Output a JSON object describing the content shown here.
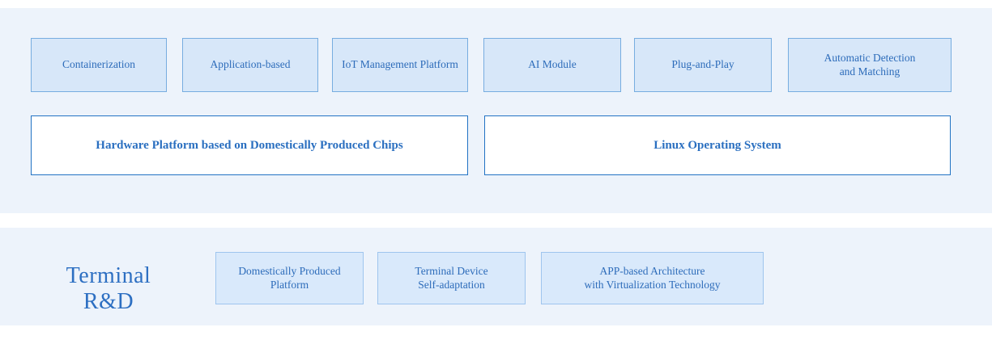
{
  "palette": {
    "band_background": "#edf3fb",
    "feature_box_fill": "#d7e7f9",
    "feature_box_border": "#77ade0",
    "platform_box_border": "#2273c4",
    "terminal_box_fill": "#d9e9fb",
    "terminal_box_border": "#9fc5ee",
    "text_blue": "#2d6cba",
    "title_blue": "#2d6fc2"
  },
  "top_section": {
    "feature_boxes": [
      {
        "label": "Containerization"
      },
      {
        "label": "Application-based"
      },
      {
        "label": "IoT Management Platform"
      },
      {
        "label": "AI Module"
      },
      {
        "label": "Plug-and-Play"
      },
      {
        "label": "Automatic Detection\nand Matching"
      }
    ],
    "platform_boxes": [
      {
        "label": "Hardware Platform based on Domestically Produced Chips"
      },
      {
        "label": "Linux Operating System"
      }
    ]
  },
  "bottom_section": {
    "title": "Terminal R&D",
    "boxes": [
      {
        "label": "Domestically Produced\nPlatform"
      },
      {
        "label": "Terminal Device\nSelf-adaptation"
      },
      {
        "label": "APP-based Architecture\nwith Virtualization Technology"
      }
    ]
  }
}
